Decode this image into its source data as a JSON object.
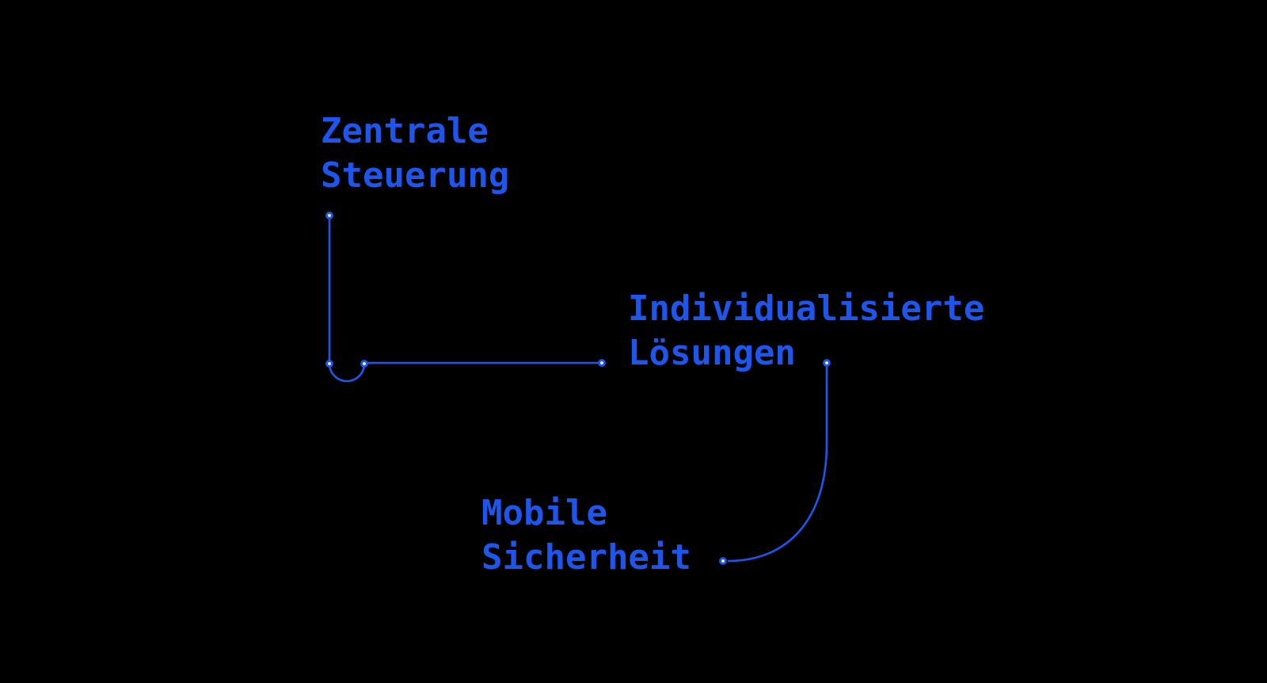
{
  "canvas": {
    "background": "#000000",
    "accent_blue": "#1e56eb",
    "dot_fill": "#ffffff"
  },
  "diagram": {
    "nodes": [
      {
        "id": "zentrale-steuerung",
        "line1": "Zentrale",
        "line2": "Steuerung"
      },
      {
        "id": "individualisierte-loesungen",
        "line1": "Individualisierte",
        "line2": "Lösungen"
      },
      {
        "id": "mobile-sicherheit",
        "line1": "Mobile",
        "line2": "Sicherheit"
      }
    ]
  }
}
